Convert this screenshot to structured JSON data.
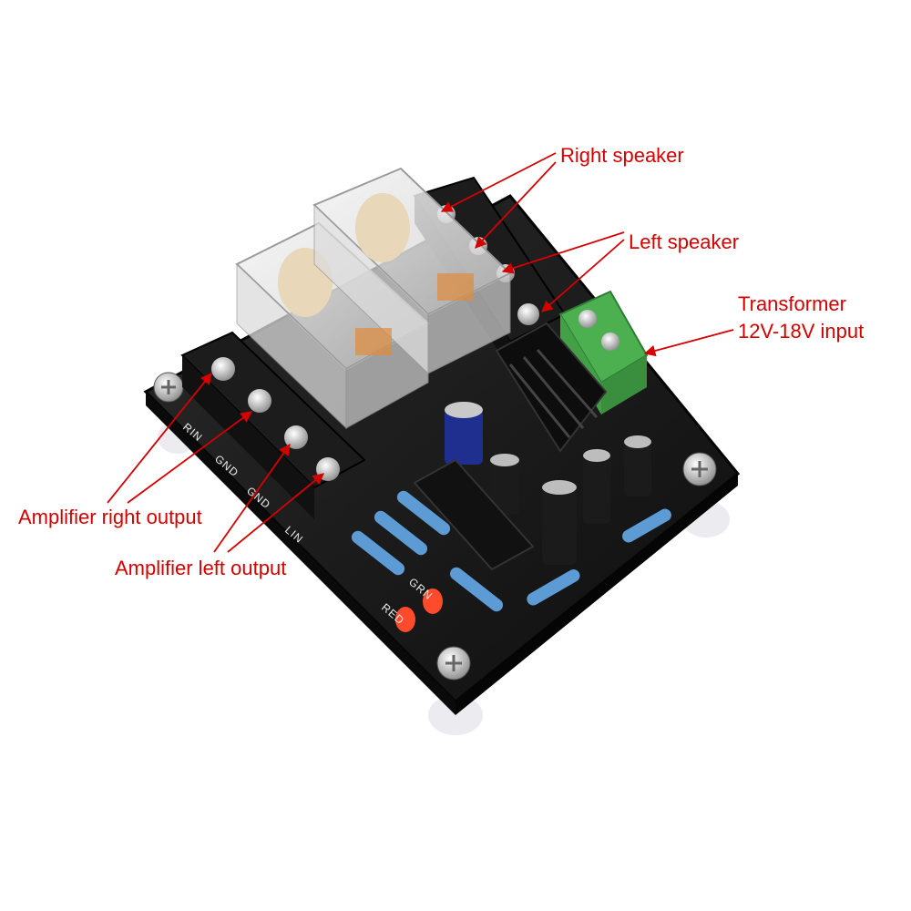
{
  "labels": {
    "right_speaker": "Right speaker",
    "left_speaker": "Left speaker",
    "transformer_line1": "Transformer",
    "transformer_line2": "12V-18V input",
    "amp_right_output": "Amplifier right output",
    "amp_left_output": "Amplifier left output"
  },
  "silkscreen": {
    "rin": "RIN",
    "gnd1": "GND",
    "gnd2": "GND",
    "lin": "LIN",
    "grn": "GRN",
    "red": "RED"
  },
  "colors": {
    "annotation": "#d40000",
    "pcb": "#151515",
    "terminal_green": "#4caf50"
  }
}
